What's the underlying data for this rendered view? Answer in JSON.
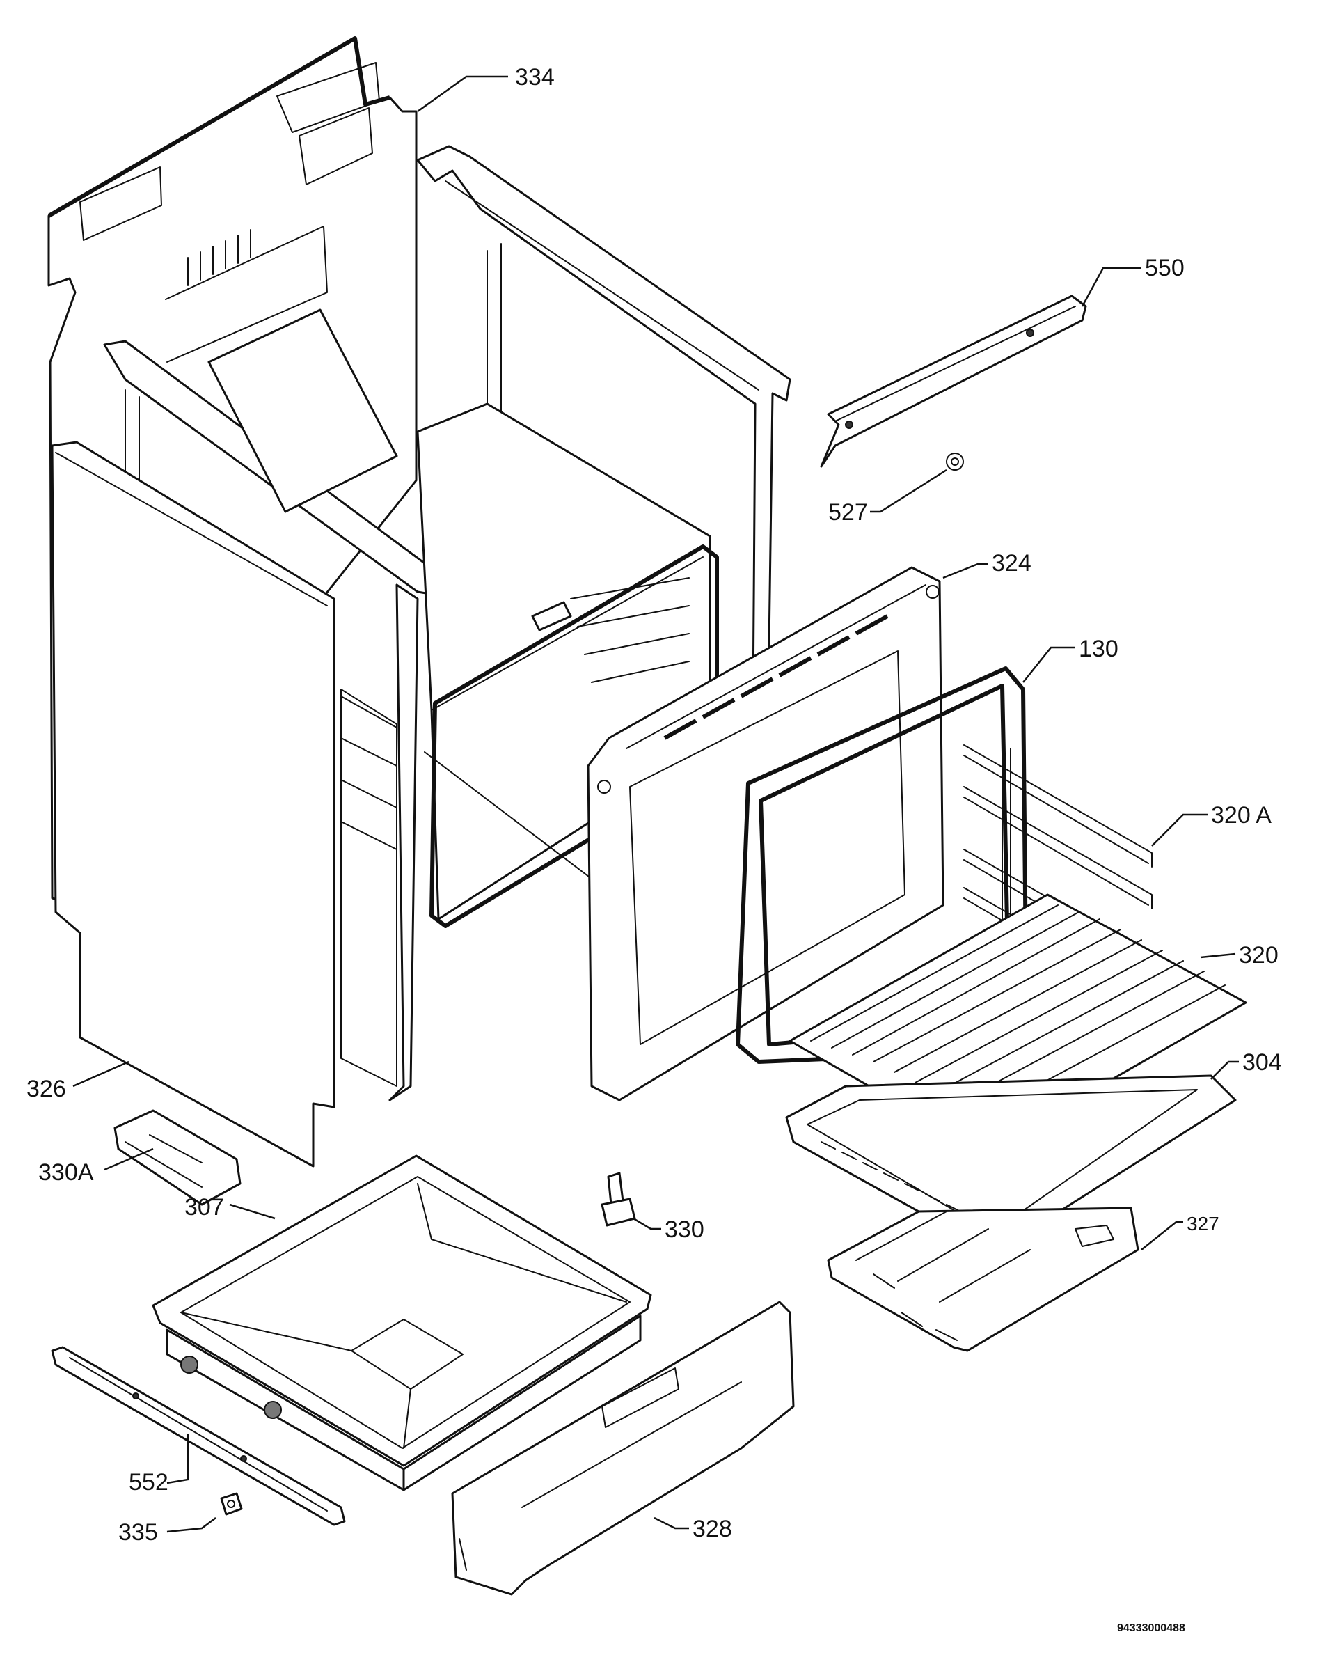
{
  "diagram": {
    "document_code": "94333000488",
    "callouts": [
      {
        "id": "334",
        "label": "334"
      },
      {
        "id": "550",
        "label": "550"
      },
      {
        "id": "527",
        "label": "527"
      },
      {
        "id": "324",
        "label": "324"
      },
      {
        "id": "130",
        "label": "130"
      },
      {
        "id": "320A",
        "label": "320 A"
      },
      {
        "id": "320",
        "label": "320"
      },
      {
        "id": "304",
        "label": "304"
      },
      {
        "id": "326",
        "label": "326"
      },
      {
        "id": "330A",
        "label": "330A"
      },
      {
        "id": "307",
        "label": "307"
      },
      {
        "id": "330",
        "label": "330"
      },
      {
        "id": "327",
        "label": "327"
      },
      {
        "id": "552",
        "label": "552"
      },
      {
        "id": "335",
        "label": "335"
      },
      {
        "id": "328",
        "label": "328"
      }
    ]
  }
}
